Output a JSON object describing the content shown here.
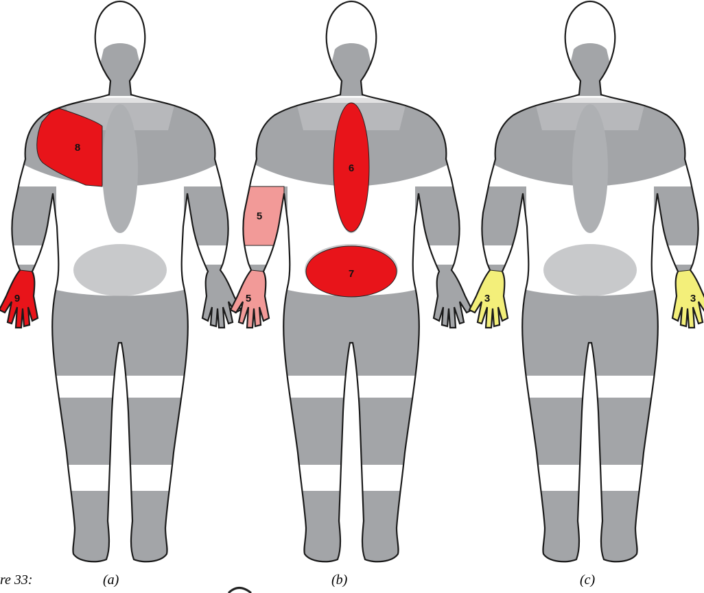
{
  "figure": {
    "label": "re 33:",
    "colors": {
      "skin": "#ffffff",
      "base_gray": "#a3a5a8",
      "light_gray": "#c8c9cb",
      "spine_gray": "#aeb0b3",
      "red": "#e8141a",
      "pink": "#f29a98",
      "yellow": "#f3ef7a",
      "outline": "#1a1a1a"
    },
    "panels": [
      {
        "caption": "(a)",
        "regions": [
          {
            "id": "right-shoulder",
            "score": "8",
            "color": "red"
          },
          {
            "id": "right-hand",
            "score": "9",
            "color": "red"
          }
        ]
      },
      {
        "caption": "(b)",
        "regions": [
          {
            "id": "right-forearm",
            "score": "5",
            "color": "pink"
          },
          {
            "id": "right-hand",
            "score": "5",
            "color": "pink"
          },
          {
            "id": "upper-spine",
            "score": "6",
            "color": "red"
          },
          {
            "id": "lower-back",
            "score": "7",
            "color": "red"
          }
        ]
      },
      {
        "caption": "(c)",
        "regions": [
          {
            "id": "right-hand",
            "score": "3",
            "color": "yellow"
          },
          {
            "id": "left-hand",
            "score": "3",
            "color": "yellow"
          }
        ]
      }
    ]
  }
}
